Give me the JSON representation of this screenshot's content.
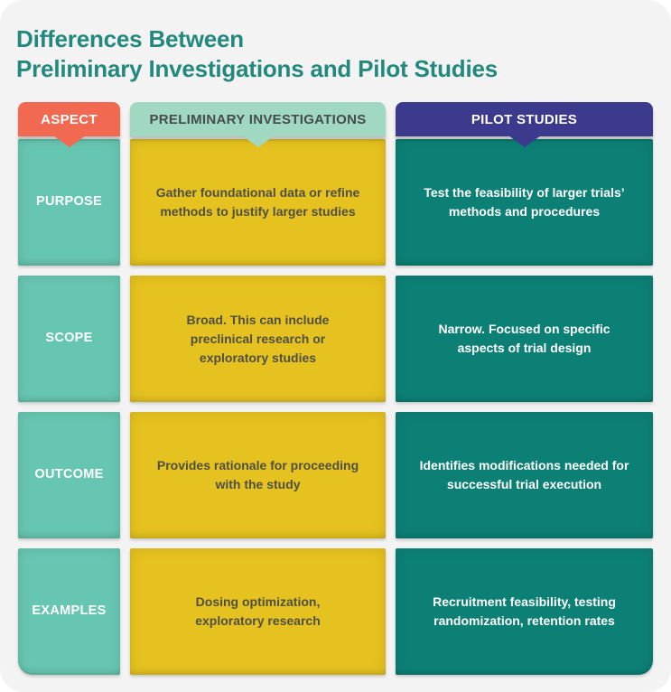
{
  "title": {
    "text": "Differences Between\nPreliminary Investigations and Pilot Studies"
  },
  "colors": {
    "card_bg": "#f2f3f2",
    "title_teal": "#23897e",
    "aspect_header": "#f16951",
    "preliminary_header": "#a0d8c2",
    "pilot_header": "#3c3a8d",
    "aspect_cell": "#67c6b1",
    "preliminary_cell": "#e5c21f",
    "pilot_cell": "#0d8076",
    "preliminary_text": "#4f4f44",
    "header_dark_text": "#434d4a",
    "white_text": "#ffffff"
  },
  "table": {
    "columns": [
      {
        "id": "aspect",
        "label": "ASPECT"
      },
      {
        "id": "preliminary",
        "label": "PRELIMINARY INVESTIGATIONS"
      },
      {
        "id": "pilot",
        "label": "PILOT STUDIES"
      }
    ],
    "rows": [
      {
        "aspect": "PURPOSE",
        "preliminary": "Gather foundational data or refine\nmethods to justify larger studies",
        "pilot": "Test the feasibility of larger trials’\nmethods and procedures"
      },
      {
        "aspect": "SCOPE",
        "preliminary": "Broad. This can include\npreclinical research or\nexploratory studies",
        "pilot": "Narrow. Focused on specific\naspects of trial design"
      },
      {
        "aspect": "OUTCOME",
        "preliminary": "Provides rationale for proceeding\nwith the study",
        "pilot": "Identifies modifications needed for\nsuccessful trial execution"
      },
      {
        "aspect": "EXAMPLES",
        "preliminary": "Dosing optimization,\nexploratory research",
        "pilot": "Recruitment feasibility, testing\nrandomization, retention rates"
      }
    ]
  }
}
